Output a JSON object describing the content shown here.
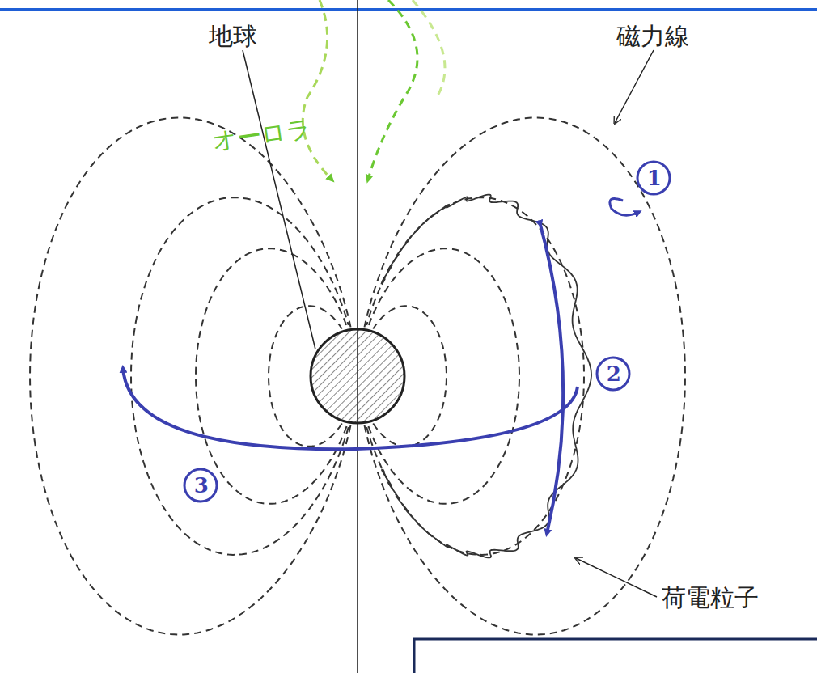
{
  "diagram": {
    "labels": [
      "地球",
      "オーロラ",
      "磁力線",
      "荷電粒子",
      "1",
      "2",
      "3"
    ]
  }
}
